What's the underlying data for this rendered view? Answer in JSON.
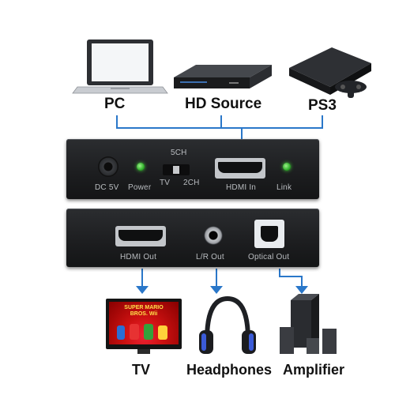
{
  "sources": {
    "pc": "PC",
    "hd_source": "HD Source",
    "ps3": "PS3"
  },
  "front_panel": {
    "dc_label": "DC 5V",
    "power_label": "Power",
    "switch_top": "5CH",
    "switch_left": "TV",
    "switch_right": "2CH",
    "hdmi_in_label": "HDMI In",
    "link_label": "Link"
  },
  "back_panel": {
    "hdmi_out_label": "HDMI Out",
    "lr_out_label": "L/R Out",
    "optical_out_label": "Optical Out"
  },
  "outputs": {
    "tv": "TV",
    "headphones": "Headphones",
    "amplifier": "Amplifier"
  },
  "tv_screen_text": "SUPER MARIO BROS. Wii",
  "colors": {
    "connector_line": "#2a77c9",
    "led": "#3fc23a",
    "device_body": "#1f2022"
  }
}
